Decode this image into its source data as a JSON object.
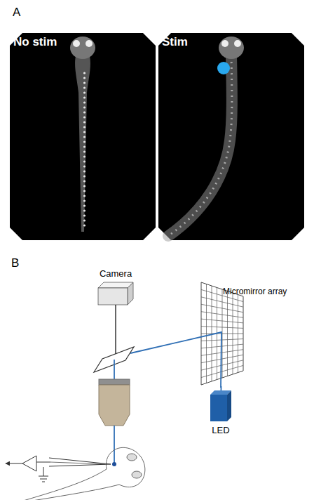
{
  "diagram": {
    "nodes": [
      {
        "text": [
          "No stim"
        ]
      },
      {
        "text": [
          "Stim"
        ]
      },
      {
        "text": [
          "Camera"
        ]
      },
      {
        "text": [
          "Micromirror array"
        ]
      },
      {
        "text": [
          "LED"
        ]
      }
    ],
    "edges": [
      {
        "from": 4,
        "to": 3,
        "arrow": "none"
      }
    ],
    "labels": [
      "A",
      "B"
    ]
  }
}
